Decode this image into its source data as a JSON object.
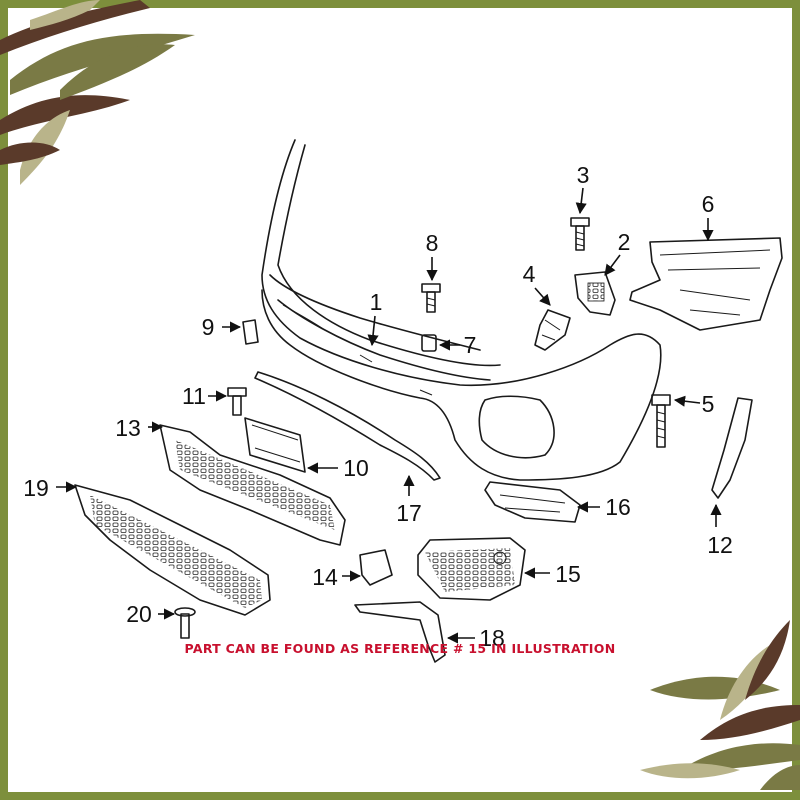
{
  "callouts": [
    "1",
    "2",
    "3",
    "4",
    "5",
    "6",
    "7",
    "8",
    "9",
    "10",
    "11",
    "12",
    "13",
    "14",
    "15",
    "16",
    "17",
    "18",
    "19",
    "20"
  ],
  "note": "PART CAN BE FOUND AS REFERENCE # 15 IN ILLUSTRATION",
  "colors": {
    "frame": "#7d8f3c",
    "note": "#c8102e",
    "line": "#1a1a1a"
  },
  "decorations": {
    "top_left": "leaf-branch-icon",
    "bottom_right": "leaf-branch-icon"
  }
}
